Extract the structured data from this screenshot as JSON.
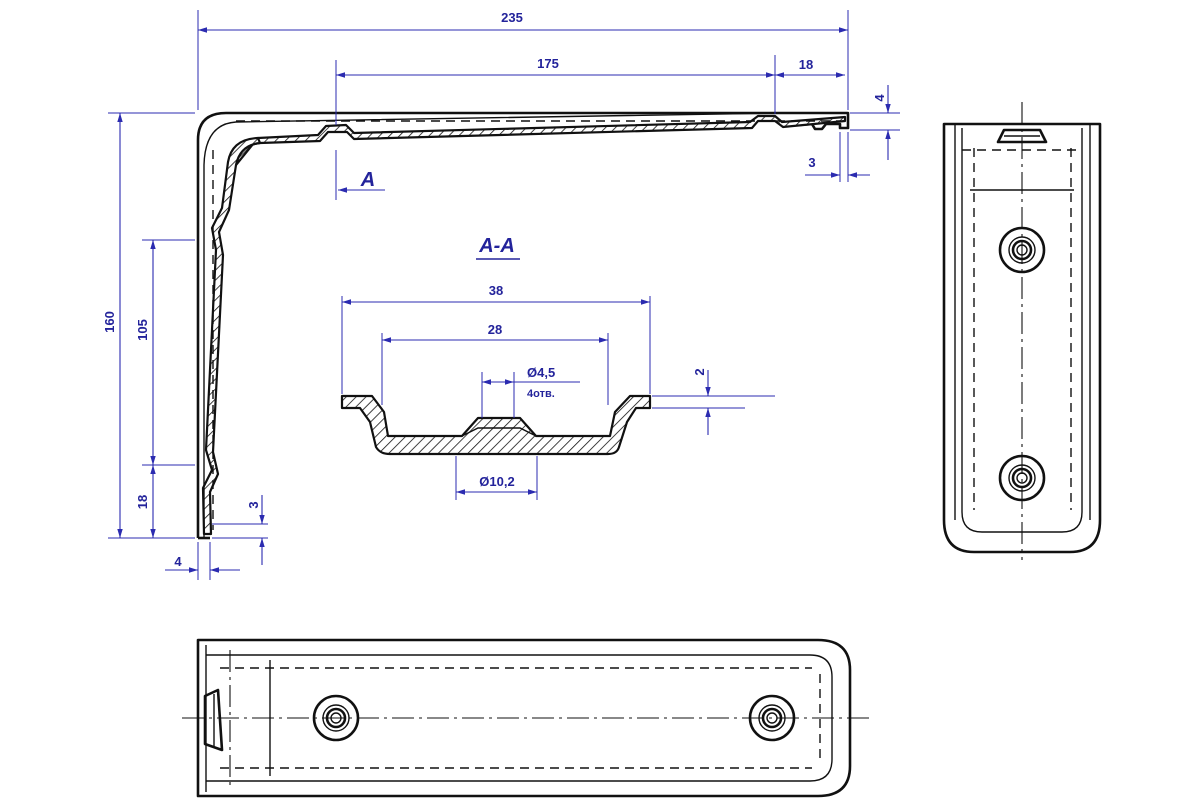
{
  "drawing": {
    "section_label": "A-A",
    "cut_label": "A",
    "colors": {
      "dimension": "#23239b",
      "outline": "#111111"
    },
    "dims": {
      "overall_width": "235",
      "inner_width": "175",
      "end_width": "18",
      "top_thickness": "4",
      "end_offset": "3",
      "overall_height": "160",
      "inner_height": "105",
      "bottom_height": "18",
      "bottom_offset": "3",
      "side_thickness": "4",
      "section_width": "38",
      "section_inner": "28",
      "hole_diameter": "Ø4,5",
      "hole_count": "4отв.",
      "boss_diameter": "Ø10,2",
      "section_depth": "2"
    }
  }
}
